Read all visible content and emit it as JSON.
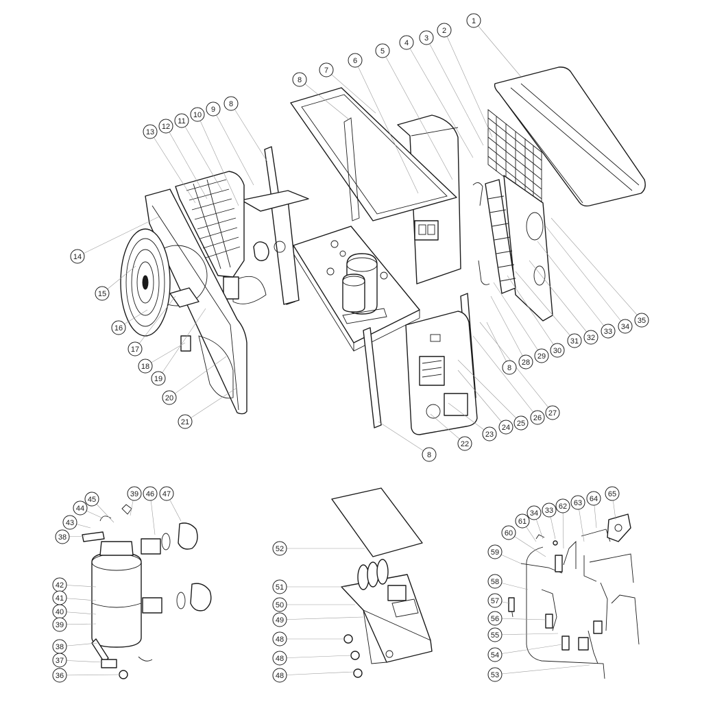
{
  "diagram": {
    "type": "exploded-parts-drawing",
    "colors": {
      "line": "#1a1a1a",
      "leader": "#9a9a9a",
      "background": "#ffffff"
    },
    "callouts": [
      "1",
      "2",
      "3",
      "4",
      "5",
      "6",
      "7",
      "8",
      "8",
      "9",
      "10",
      "11",
      "12",
      "13",
      "14",
      "15",
      "16",
      "17",
      "18",
      "19",
      "20",
      "21",
      "8",
      "22",
      "23",
      "24",
      "25",
      "26",
      "27",
      "8",
      "28",
      "29",
      "30",
      "31",
      "32",
      "33",
      "34",
      "35",
      "45",
      "39",
      "46",
      "47",
      "44",
      "43",
      "38",
      "42",
      "41",
      "40",
      "39",
      "38",
      "37",
      "36",
      "52",
      "51",
      "50",
      "49",
      "48",
      "48",
      "48",
      "34",
      "33",
      "62",
      "63",
      "64",
      "65",
      "61",
      "60",
      "59",
      "58",
      "57",
      "56",
      "55",
      "54",
      "53"
    ]
  }
}
